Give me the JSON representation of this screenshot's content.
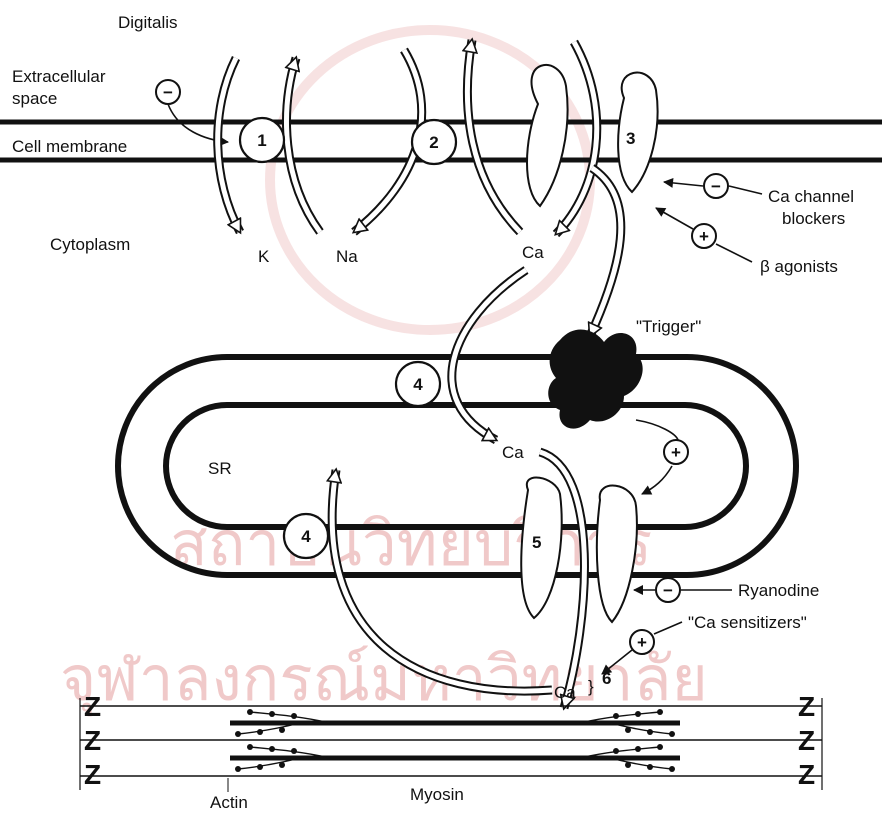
{
  "labels": {
    "digitalis": "Digitalis",
    "extracellular_1": "Extracellular",
    "extracellular_2": "space",
    "cell_membrane": "Cell membrane",
    "cytoplasm": "Cytoplasm",
    "ion_k": "K",
    "ion_na": "Na",
    "ion_ca_top": "Ca",
    "ion_ca_sr": "Ca",
    "ion_ca_myo": "Ca",
    "ca_channel_blockers_1": "Ca channel",
    "ca_channel_blockers_2": "blockers",
    "beta_agonists": "β agonists",
    "trigger": "\"Trigger\"",
    "sr": "SR",
    "ryanodine": "Ryanodine",
    "ca_sensitizers": "\"Ca sensitizers\"",
    "actin": "Actin",
    "myosin": "Myosin",
    "z": "Z"
  },
  "sites": {
    "s1": "1",
    "s2": "2",
    "s3": "3",
    "s4a": "4",
    "s4b": "4",
    "s5": "5",
    "s6": "6"
  },
  "signs": {
    "minus": "−",
    "plus": "+"
  },
  "watermark": {
    "line1": "สถาบันวิทยบริการ",
    "line2": "จุฬาลงกรณ์มหาวิทยาลัย"
  }
}
